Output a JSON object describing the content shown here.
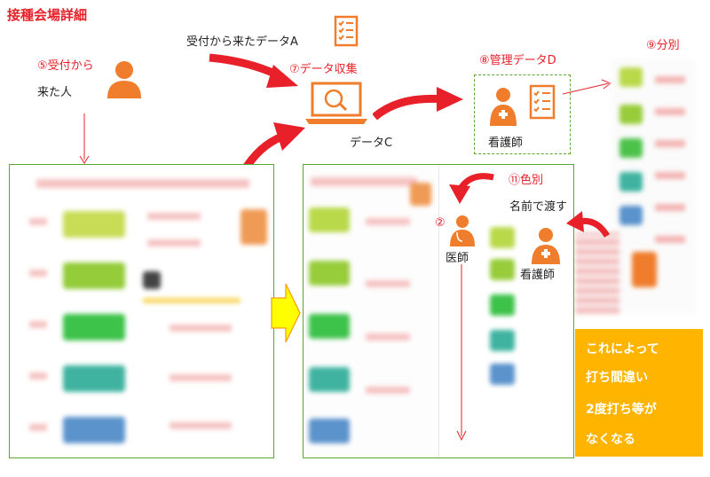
{
  "title": "接種会場詳細",
  "labels": {
    "from_reception_data": "受付から来たデータA",
    "step5": "⑤受付から",
    "step5_line2": "来た人",
    "step7": "⑦データ収集",
    "data_c": "データC",
    "step8": "⑧管理データD",
    "nurse": "看護師",
    "step9": "⑨分別",
    "step11": "⑪色別",
    "pass_by_name": "名前で渡す",
    "doctor": "医師",
    "nurse2": "看護師",
    "doctor_marker": "②"
  },
  "callout": {
    "line1": "これによって",
    "line2": "打ち間違い",
    "line3": "2度打ち等が",
    "line4": "なくなる"
  },
  "colors": {
    "accent_red": "#e8202a",
    "person_orange": "#ef7d2c",
    "panel_border": "#5aa832",
    "callout_bg": "#ffb400",
    "arrow_yellow": "#ffff00"
  }
}
